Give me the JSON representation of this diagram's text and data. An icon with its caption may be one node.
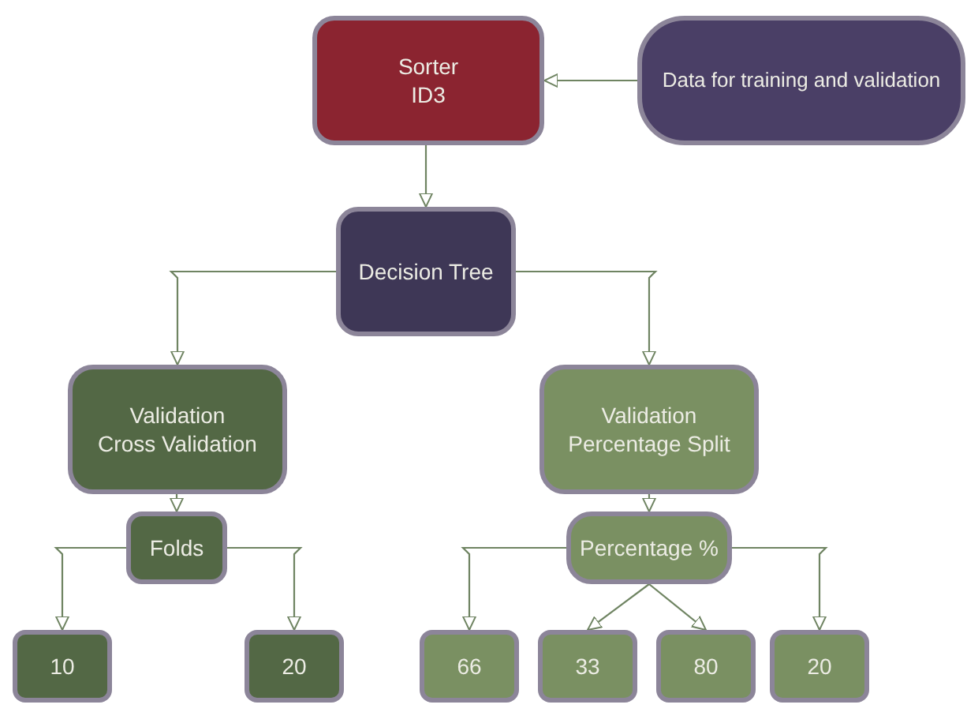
{
  "diagram": {
    "nodes": [
      {
        "text": [
          "Sorter",
          "ID3"
        ]
      },
      {
        "text": [
          "Data for training and validation"
        ]
      },
      {
        "text": [
          "Decision Tree"
        ]
      },
      {
        "text": [
          "Validation",
          "Cross Validation"
        ]
      },
      {
        "text": [
          "Validation",
          "Percentage Split"
        ]
      },
      {
        "text": [
          "Folds"
        ]
      },
      {
        "text": [
          "Percentage %"
        ]
      },
      {
        "text": [
          "10"
        ]
      },
      {
        "text": [
          "20"
        ]
      },
      {
        "text": [
          "66"
        ]
      },
      {
        "text": [
          "33"
        ]
      },
      {
        "text": [
          "80"
        ]
      },
      {
        "text": [
          "20"
        ]
      }
    ],
    "edges": [
      {
        "from": 1,
        "to": 0,
        "arrow": "to"
      },
      {
        "from": 0,
        "to": 2,
        "arrow": "to"
      },
      {
        "from": 2,
        "to": 3,
        "arrow": "to"
      },
      {
        "from": 2,
        "to": 4,
        "arrow": "to"
      },
      {
        "from": 3,
        "to": 5,
        "arrow": "to"
      },
      {
        "from": 4,
        "to": 6,
        "arrow": "to"
      },
      {
        "from": 5,
        "to": 7,
        "arrow": "to"
      },
      {
        "from": 5,
        "to": 8,
        "arrow": "to"
      },
      {
        "from": 6,
        "to": 9,
        "arrow": "to"
      },
      {
        "from": 6,
        "to": 10,
        "arrow": "to"
      },
      {
        "from": 6,
        "to": 11,
        "arrow": "to"
      },
      {
        "from": 6,
        "to": 12,
        "arrow": "to"
      }
    ]
  }
}
